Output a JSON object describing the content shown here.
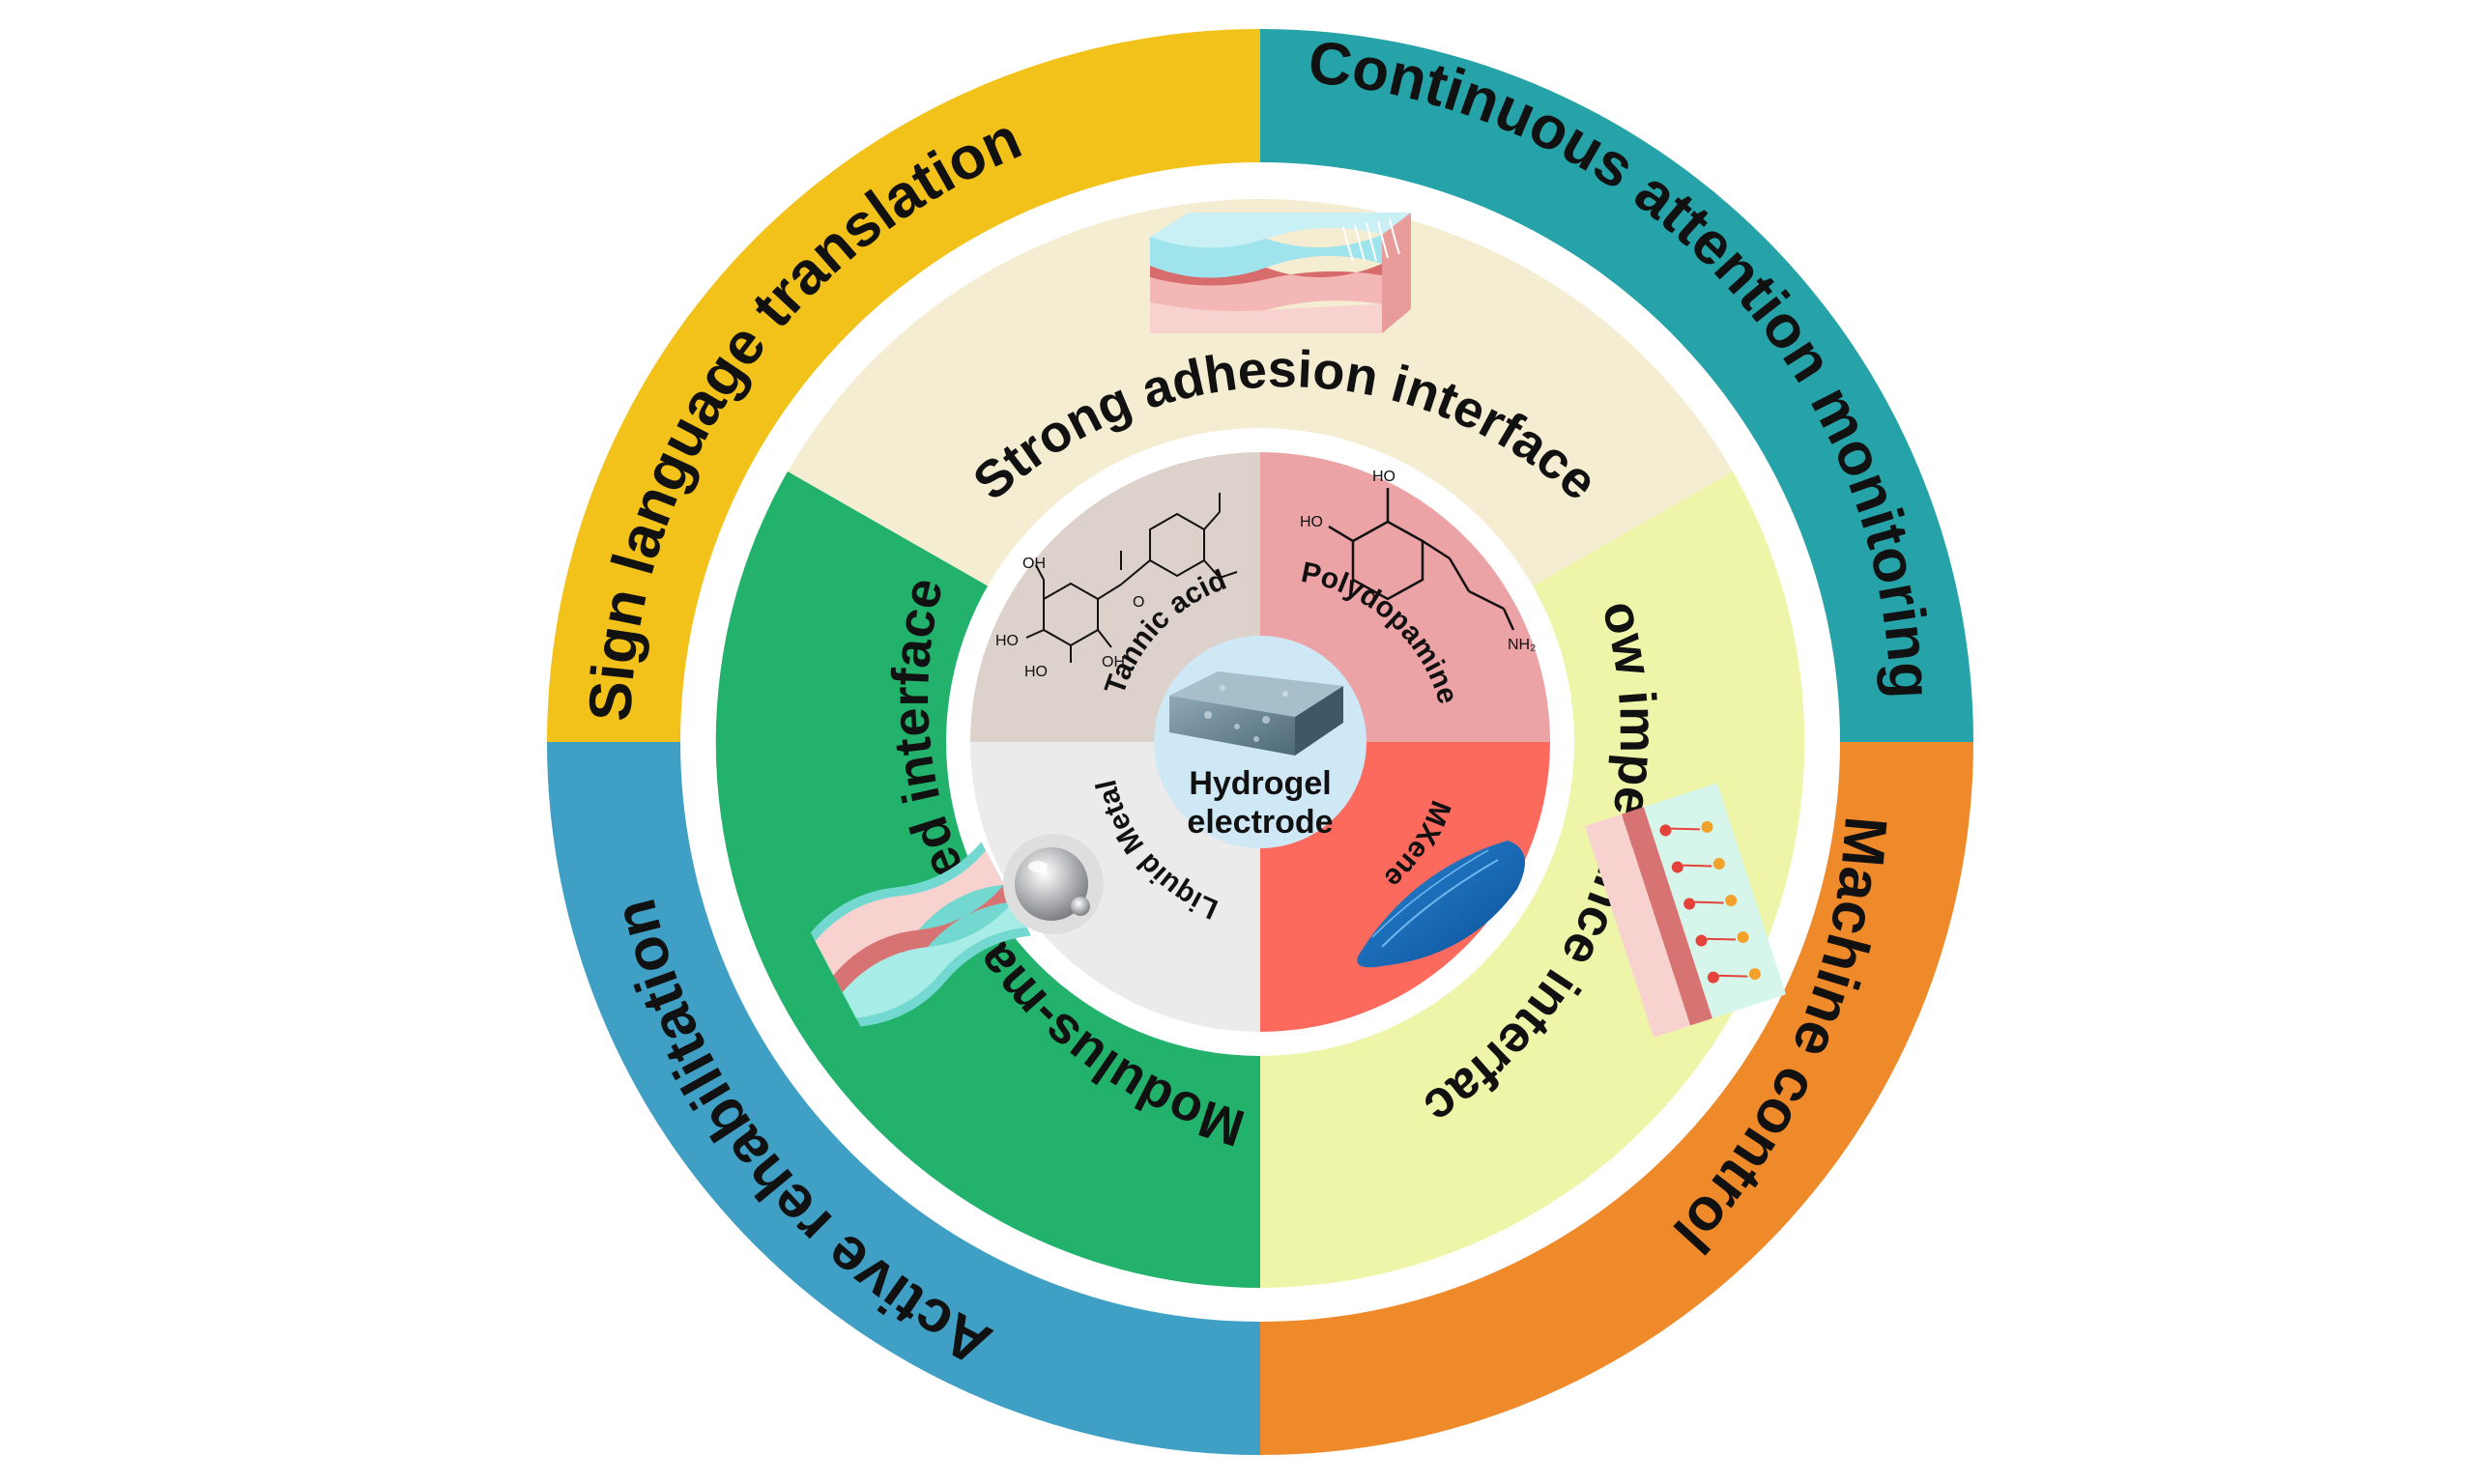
{
  "outer_ring": {
    "items": [
      {
        "label": "Sign language translation",
        "color": "#f2c21a"
      },
      {
        "label": "Continuous attention monitoring",
        "color": "#26a3a9"
      },
      {
        "label": "Machine control",
        "color": "#ef8a2b"
      },
      {
        "label": "Active rehabilitation",
        "color": "#3f9fc4"
      }
    ]
  },
  "middle_ring": {
    "items": [
      {
        "label": "Strong adhesion interface",
        "color": "#f4edd2",
        "icon": "skin-adhesion-icon"
      },
      {
        "label": "Low impedance interface",
        "color": "#eef5a8",
        "icon": "skin-ion-layer-icon"
      },
      {
        "label": "Modulus-matched interface",
        "color": "#22b26c",
        "icon": "skin-layer-icon"
      }
    ]
  },
  "inner_ring": {
    "items": [
      {
        "label": "Tannic acid",
        "color": "#ddd1cb",
        "icon": "tannic-acid-structure-icon"
      },
      {
        "label": "Polydopamine",
        "color": "#eca3a6",
        "icon": "dopamine-structure-icon"
      },
      {
        "label": "MXene",
        "color": "#fc6a5e",
        "icon": "mxene-flake-icon"
      },
      {
        "label": "Liquid Metal",
        "color": "#ebebeb",
        "icon": "liquid-metal-droplet-icon"
      }
    ]
  },
  "center": {
    "line1": "Hydrogel",
    "line2": "electrode",
    "color": "#cfe8f5",
    "icon": "hydrogel-block-icon"
  },
  "chem_labels": {
    "oh_top": "HO",
    "oh_left": "HO",
    "nh2": "NH₂",
    "ta_oh1": "OH",
    "ta_oh2": "HO",
    "ta_oh3": "HO",
    "ta_oh4": "OH",
    "ta_o": "O"
  }
}
